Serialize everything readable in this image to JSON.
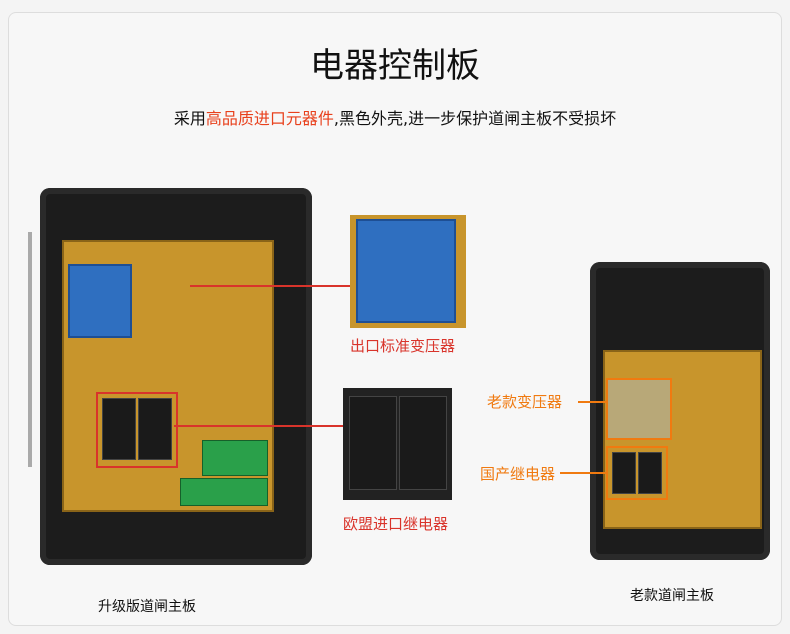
{
  "title": "电器控制板",
  "subtitle": {
    "prefix": "采用",
    "highlight": "高品质进口元器件",
    "suffix": ",黑色外壳,进一步保护道闸主板不受损坏"
  },
  "callouts": {
    "transformer": "出口标准变压器",
    "relay": "欧盟进口继电器",
    "old_transformer": "老款变压器",
    "old_relay": "国产继电器"
  },
  "captions": {
    "new_board": "升级版道闸主板",
    "old_board": "老款道闸主板"
  },
  "colors": {
    "highlight": "#e8401c",
    "callout_red": "#d9342b",
    "callout_orange": "#f07a10"
  }
}
